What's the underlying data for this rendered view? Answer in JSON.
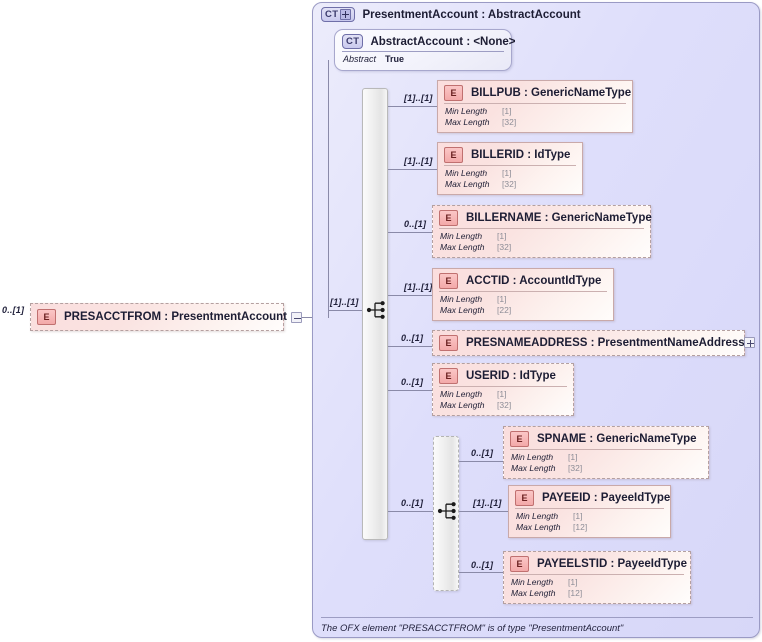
{
  "diagram": {
    "kind": "xsd-schema-diagram",
    "root_element": {
      "badge": "E",
      "label": "PRESACCTFROM : PresentmentAccount",
      "cardinality": "0..[1]",
      "optional": true,
      "toggle": "minus-icon"
    },
    "complex_type": {
      "badge": "CT",
      "toggle": "plus-icon",
      "title": "PresentmentAccount : AbstractAccount",
      "base": {
        "badge": "CT",
        "title": "AbstractAccount : <None>",
        "facet_key": "Abstract",
        "facet_value": "True"
      },
      "sequence_cardinality": "[1]..[1]",
      "sequence_icon": "sequence-icon"
    },
    "elements": [
      {
        "badge": "E",
        "name": "BILLPUB : GenericNameType",
        "cardinality": "[1]..[1]",
        "optional": false,
        "facets": [
          {
            "key": "Min Length",
            "value": "[1]"
          },
          {
            "key": "Max Length",
            "value": "[32]"
          }
        ]
      },
      {
        "badge": "E",
        "name": "BILLERID : IdType",
        "cardinality": "[1]..[1]",
        "optional": false,
        "facets": [
          {
            "key": "Min Length",
            "value": "[1]"
          },
          {
            "key": "Max Length",
            "value": "[32]"
          }
        ]
      },
      {
        "badge": "E",
        "name": "BILLERNAME : GenericNameType",
        "cardinality": "0..[1]",
        "optional": true,
        "facets": [
          {
            "key": "Min Length",
            "value": "[1]"
          },
          {
            "key": "Max Length",
            "value": "[32]"
          }
        ]
      },
      {
        "badge": "E",
        "name": "ACCTID  : AccountIdType",
        "cardinality": "[1]..[1]",
        "optional": false,
        "facets": [
          {
            "key": "Min Length",
            "value": "[1]"
          },
          {
            "key": "Max Length",
            "value": "[22]"
          }
        ]
      },
      {
        "badge": "E",
        "name": "PRESNAMEADDRESS : PresentmentNameAddress",
        "cardinality": "0..[1]",
        "optional": true,
        "toggle": "plus-icon",
        "facets": []
      },
      {
        "badge": "E",
        "name": "USERID  : IdType",
        "cardinality": "0..[1]",
        "optional": true,
        "facets": [
          {
            "key": "Min Length",
            "value": "[1]"
          },
          {
            "key": "Max Length",
            "value": "[32]"
          }
        ]
      }
    ],
    "nested_group": {
      "cardinality": "0..[1]",
      "optional": true,
      "icon": "sequence-icon",
      "elements": [
        {
          "badge": "E",
          "name": "SPNAME : GenericNameType",
          "cardinality": "0..[1]",
          "optional": true,
          "facets": [
            {
              "key": "Min Length",
              "value": "[1]"
            },
            {
              "key": "Max Length",
              "value": "[32]"
            }
          ]
        },
        {
          "badge": "E",
          "name": "PAYEEID : PayeeIdType",
          "cardinality": "[1]..[1]",
          "optional": false,
          "facets": [
            {
              "key": "Min Length",
              "value": "[1]"
            },
            {
              "key": "Max Length",
              "value": "[12]"
            }
          ]
        },
        {
          "badge": "E",
          "name": "PAYEELSTID : PayeeIdType",
          "cardinality": "0..[1]",
          "optional": true,
          "facets": [
            {
              "key": "Min Length",
              "value": "[1]"
            },
            {
              "key": "Max Length",
              "value": "[12]"
            }
          ]
        }
      ]
    },
    "footer": "The OFX element \"PRESACCTFROM\" is of type \"PresentmentAccount\"",
    "colors": {
      "panel_border": "#9a9ac4",
      "panel_fill": "#dedefb",
      "element_fill": "#fadede",
      "element_border": "#c9a9a9",
      "badge_e_fill": "#f3a9a9",
      "line": "#8a8aa8",
      "text": "#1d1d34"
    }
  }
}
